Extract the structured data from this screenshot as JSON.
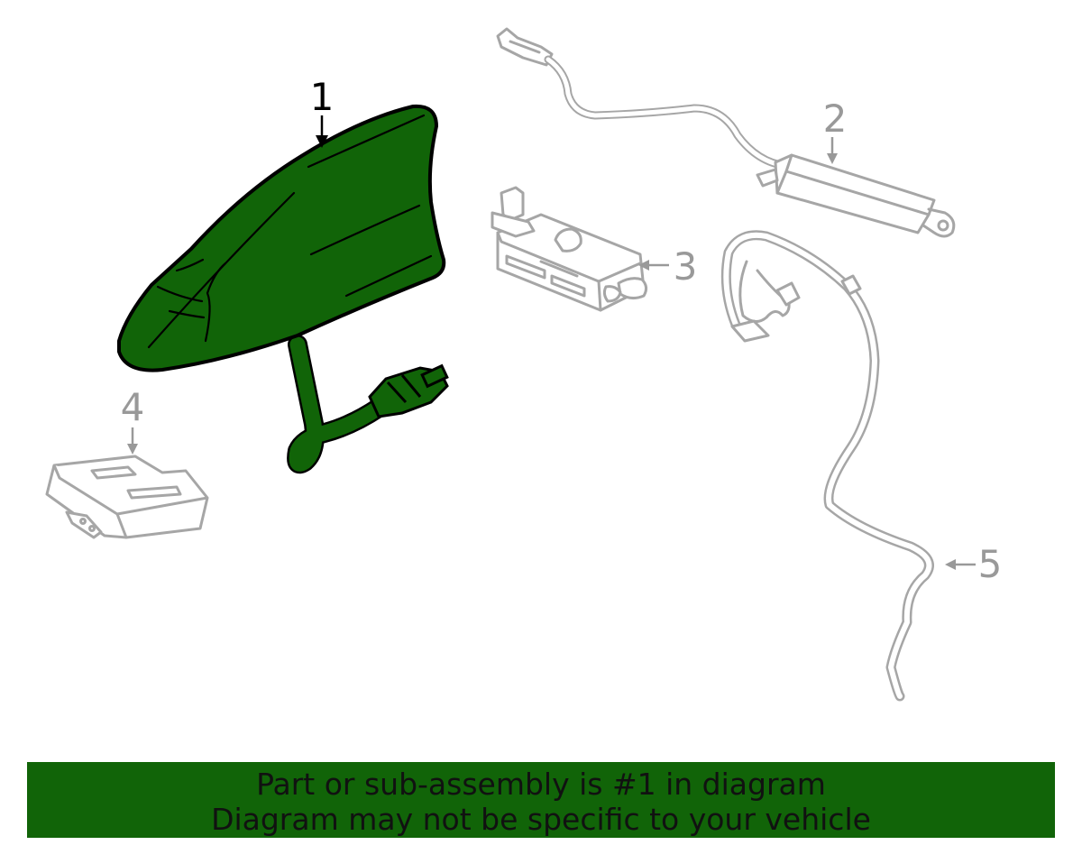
{
  "diagram": {
    "parts": [
      {
        "number": "1",
        "highlighted": true
      },
      {
        "number": "2",
        "highlighted": false
      },
      {
        "number": "3",
        "highlighted": false
      },
      {
        "number": "4",
        "highlighted": false
      },
      {
        "number": "5",
        "highlighted": false
      }
    ],
    "colors": {
      "highlight_fill": "#116408",
      "highlight_stroke": "#000000",
      "part_stroke": "#a6a6a6",
      "callout_active": "#000000",
      "callout_inactive": "#999999"
    }
  },
  "banner": {
    "line1": "Part or sub-assembly is #1 in diagram",
    "line2": "Diagram may not be specific to your vehicle",
    "background": "#116408"
  }
}
